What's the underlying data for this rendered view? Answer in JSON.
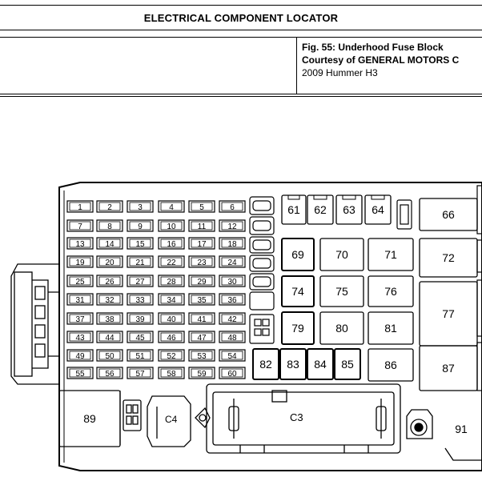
{
  "header": {
    "title": "ELECTRICAL COMPONENT LOCATOR"
  },
  "caption": {
    "line1": "Fig. 55: Underhood Fuse Block",
    "line2": "Courtesy of GENERAL MOTORS C",
    "line3": "2009 Hummer H3"
  },
  "diagram": {
    "small_fuses": [
      "1",
      "2",
      "3",
      "4",
      "5",
      "6",
      "7",
      "8",
      "9",
      "10",
      "11",
      "12",
      "13",
      "14",
      "15",
      "16",
      "17",
      "18",
      "19",
      "20",
      "21",
      "22",
      "23",
      "24",
      "25",
      "26",
      "27",
      "28",
      "29",
      "30",
      "31",
      "32",
      "33",
      "34",
      "35",
      "36",
      "37",
      "38",
      "39",
      "40",
      "41",
      "42",
      "43",
      "44",
      "45",
      "46",
      "47",
      "48",
      "49",
      "50",
      "51",
      "52",
      "53",
      "54",
      "55",
      "56",
      "57",
      "58",
      "59",
      "60"
    ],
    "relays": {
      "r61": "61",
      "r62": "62",
      "r63": "63",
      "r64": "64",
      "r66": "66",
      "r69": "69",
      "r70": "70",
      "r71": "71",
      "r72": "72",
      "r74": "74",
      "r75": "75",
      "r76": "76",
      "r77": "77",
      "r79": "79",
      "r80": "80",
      "r81": "81",
      "r82": "82",
      "r83": "83",
      "r84": "84",
      "r85": "85",
      "r86": "86",
      "r87": "87",
      "r89": "89",
      "r91": "91"
    },
    "connectors": {
      "c3": "C3",
      "c4": "C4"
    }
  }
}
